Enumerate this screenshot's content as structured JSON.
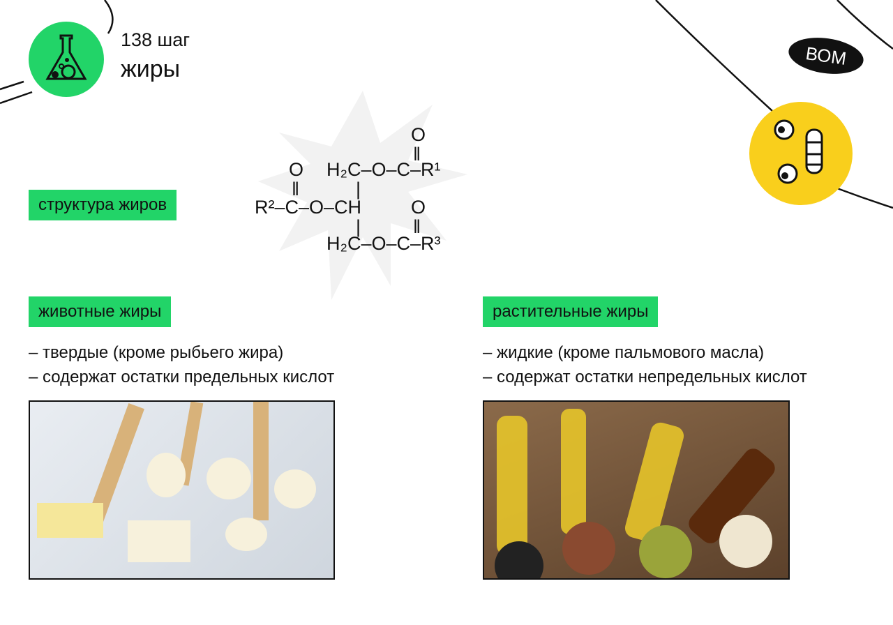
{
  "header": {
    "step": "138 шаг",
    "title": "жиры",
    "icon": "flask-icon"
  },
  "sticker": {
    "label": "ВОМ"
  },
  "structure": {
    "label": "структура жиров",
    "formula": {
      "o1": "O",
      "row1": "H₂C–O–C–R¹",
      "o2": "O",
      "row2": "R²–C–O–CH",
      "o3": "O",
      "row3": "H₂C–O–C–R³",
      "dbl": "ǁ",
      "bond": "|"
    }
  },
  "animal": {
    "label": "животные жиры",
    "points": [
      "– твердые (кроме рыбьего жира)",
      "– содержат остатки предельных кислот"
    ],
    "photo": "animal-fats-photo"
  },
  "plant": {
    "label": "растительные жиры",
    "points": [
      "– жидкие (кроме пальмового масла)",
      "– содержат остатки непредельных кислот"
    ],
    "photo": "vegetable-oils-photo"
  },
  "colors": {
    "accent": "#22d468",
    "yellow": "#f9cf1c"
  }
}
